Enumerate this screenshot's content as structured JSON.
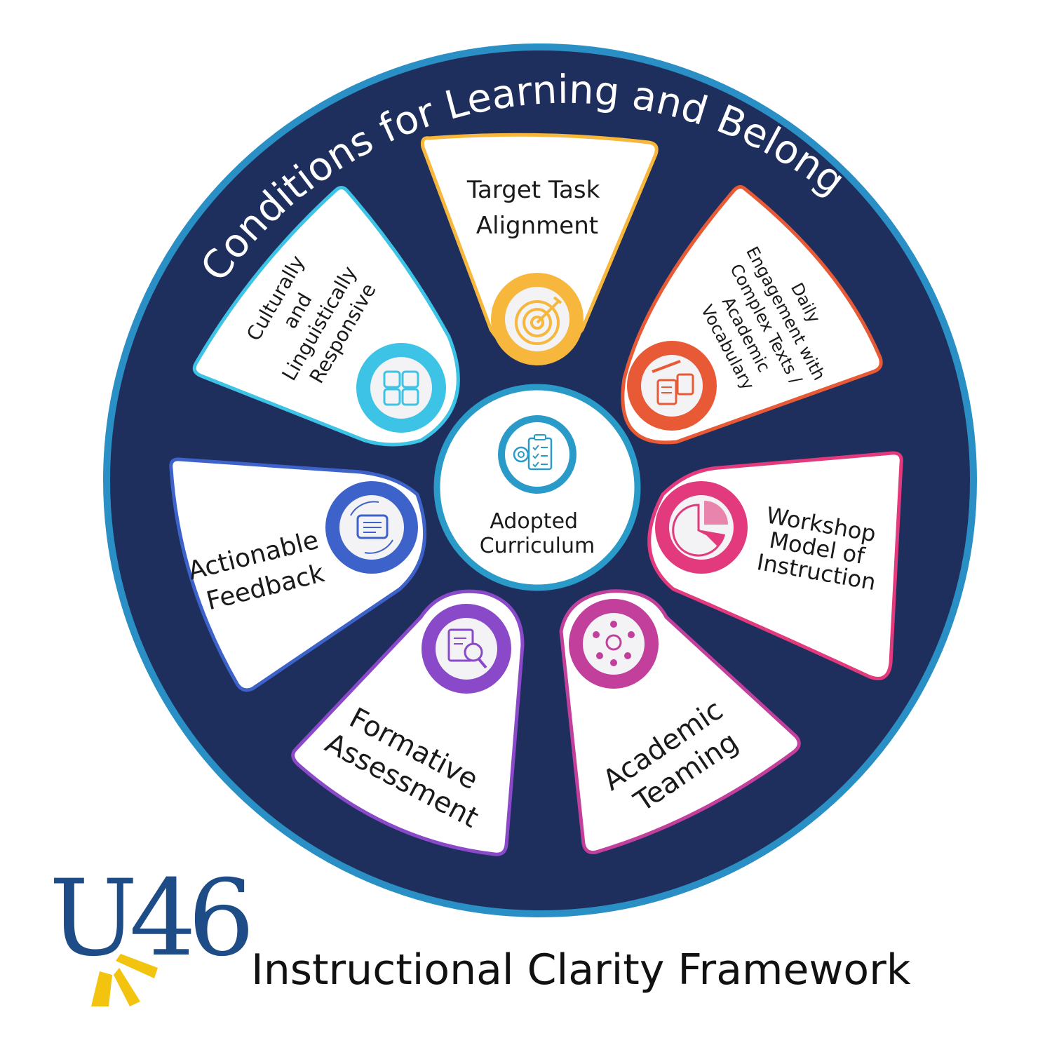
{
  "ring_title": "Conditions for Learning and Belonging",
  "center": {
    "line1": "Adopted",
    "line2": "Curriculum",
    "icon": "checklist-gear-icon"
  },
  "segments": [
    {
      "id": "target",
      "lines": [
        "Target Task",
        "Alignment"
      ],
      "color": "#f6b73c",
      "icon": "target-icon"
    },
    {
      "id": "daily",
      "lines": [
        "Daily",
        "Engagement with",
        "Complex Texts /",
        "Academic",
        "Vocabulary"
      ],
      "color": "#e85a35",
      "icon": "pencil-documents-icon"
    },
    {
      "id": "workshop",
      "lines": [
        "Workshop",
        "Model of",
        "Instruction"
      ],
      "color": "#e23a7c",
      "icon": "pie-chart-icon"
    },
    {
      "id": "teaming",
      "lines": [
        "Academic",
        "Teaming"
      ],
      "color": "#c23f9c",
      "icon": "team-network-icon"
    },
    {
      "id": "formative",
      "lines": [
        "Formative",
        "Assessment"
      ],
      "color": "#8a49c8",
      "icon": "document-search-icon"
    },
    {
      "id": "feedback",
      "lines": [
        "Actionable",
        "Feedback"
      ],
      "color": "#3d62c9",
      "icon": "chat-feedback-icon"
    },
    {
      "id": "cultural",
      "lines": [
        "Culturally",
        "and",
        "Linguistically",
        "Responsive"
      ],
      "color": "#3dc3e5",
      "icon": "joined-hands-icon"
    }
  ],
  "logo": {
    "text": "U46"
  },
  "framework_title": "Instructional Clarity Framework",
  "colors": {
    "ring_dark": "#1e2f5e",
    "ring_border": "#2a8fc4",
    "center_border": "#2a9ac9"
  }
}
